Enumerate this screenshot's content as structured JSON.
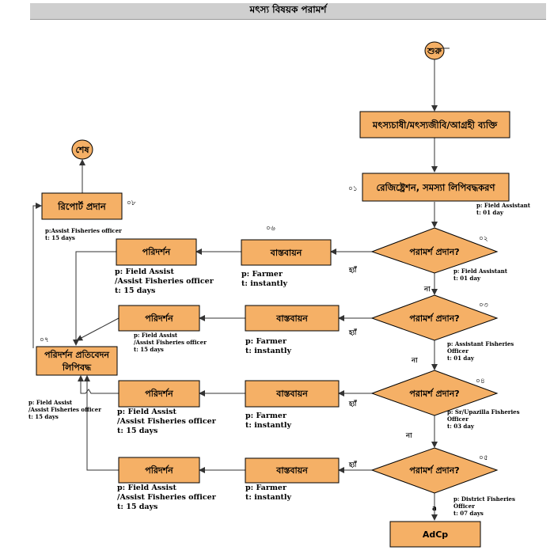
{
  "title": "মৎস্য বিষয়ক পরামর্শ",
  "nodes": {
    "start": "শুরু",
    "end": "শেষ",
    "farmer": "মৎস্যচাষী/মৎস্যজীবি/আগ্রহী ব্যক্তি",
    "registration": "রেজিষ্ট্রেশন, সমস্যা লিপিবদ্ধকরণ",
    "report": "রিপোর্ট প্রদান",
    "visit_report": [
      "পরিদর্শন প্রতিবেদন",
      "লিপিবদ্ধ"
    ],
    "decision": "পরামর্শ প্রদান?",
    "implement": "বাস্তবায়ন",
    "visit": "পরিদর্শন",
    "bottom": "AdCp"
  },
  "numbers": {
    "n1": "০১",
    "n2": "০২",
    "n3": "০৩",
    "n4": "০৪",
    "n5": "০৫",
    "n6": "০৬",
    "n7": "০৭",
    "n8": "০৮"
  },
  "edge_labels": {
    "yes": "হ্যাঁ",
    "no": "না",
    "a": "a"
  },
  "notes": {
    "reg": [
      "p: Field Assistant",
      "t: 01 day"
    ],
    "d1": [
      "p: Field Assistant",
      "t: 01 day"
    ],
    "d2": [
      "p: Assistant Fisheries",
      "Officer",
      "t: 01 day"
    ],
    "d3": [
      "p: Sr/Upazilla Fisheries",
      "Officer",
      "t: 03 day"
    ],
    "d4": [
      "p: District Fisheries",
      "Officer",
      "t: 07 days"
    ],
    "report": [
      "p:Assist Fisheries officer",
      "t: 15 days"
    ],
    "visit_report": [
      "p: Field Assist",
      "/Assist Fisheries officer",
      "t: 15 days"
    ],
    "farmer_instant": [
      "p: Farmer",
      "t: instantly"
    ],
    "visit1": [
      "p: Field Assist",
      "/Assist Fisheries officer",
      "t: 15 days"
    ],
    "visit2": [
      "p: Field Assist",
      "/Assist Fisheries officer",
      "t: 15 days"
    ],
    "visit34": [
      "p: Field Assist",
      "/Assist Fisheries officer",
      "t: 15 days"
    ]
  },
  "colors": {
    "fill": "#f5b066",
    "stroke": "#000000",
    "line": "#333333",
    "title_bg": "#cfcfcf"
  }
}
